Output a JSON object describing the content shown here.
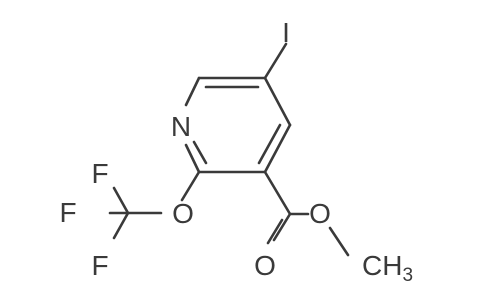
{
  "molecule": {
    "atoms": {
      "iodine": "I",
      "nitrogen": "N",
      "fluorine_top": "F",
      "fluorine_left": "F",
      "fluorine_bottom": "F",
      "ether_oxygen": "O",
      "carbonyl_oxygen": "O",
      "ester_oxygen": "O",
      "methyl_carbon": "CH",
      "methyl_subscript": "3"
    }
  }
}
